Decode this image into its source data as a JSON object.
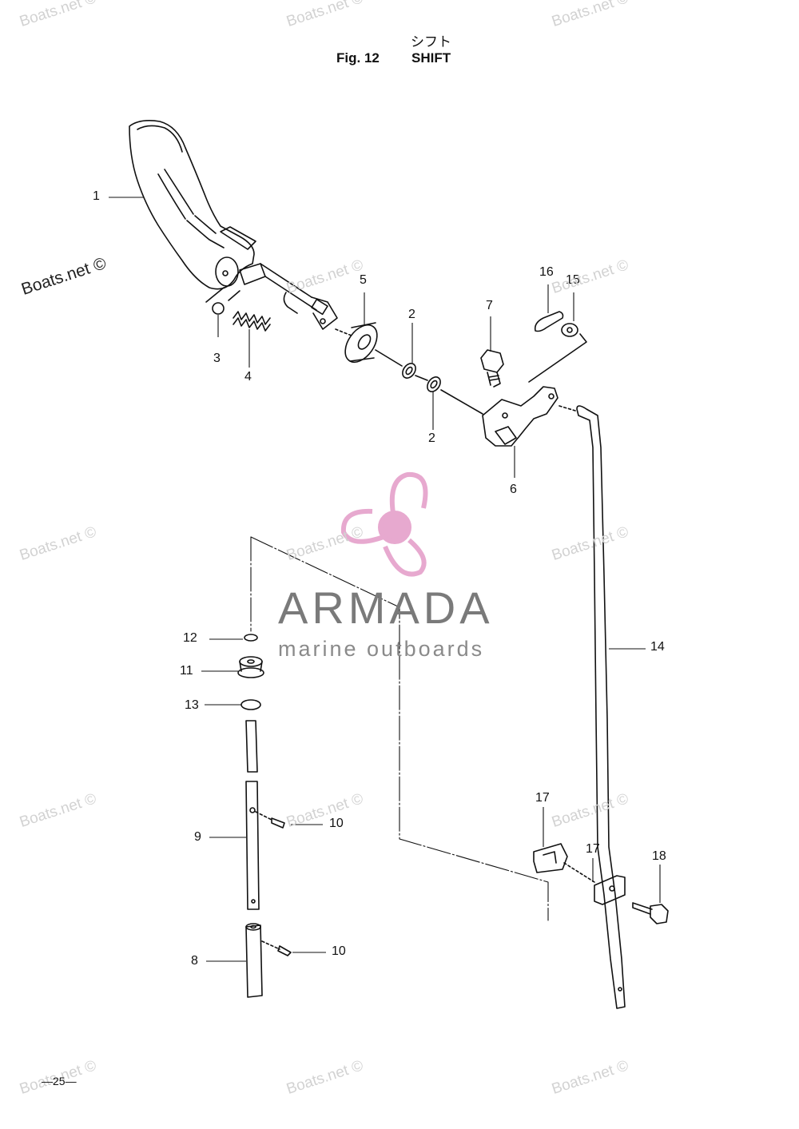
{
  "header": {
    "title_jp": "シフト",
    "fig_number": "Fig. 12",
    "fig_name": "SHIFT"
  },
  "callouts": [
    "1",
    "2",
    "2",
    "3",
    "4",
    "5",
    "6",
    "7",
    "8",
    "9",
    "10",
    "10",
    "11",
    "12",
    "13",
    "14",
    "15",
    "16",
    "17",
    "17",
    "18"
  ],
  "watermark": {
    "text": "Boats.net ©",
    "brand_name": "ARMADA",
    "brand_tagline": "marine outboards",
    "brand_colors": {
      "propeller": "#e7a9cf",
      "hub": "#e7a9cf",
      "text": "#7a7a7a"
    }
  },
  "footer": {
    "page_number": "—25—"
  },
  "icons": [
    "propeller-logo-icon"
  ]
}
